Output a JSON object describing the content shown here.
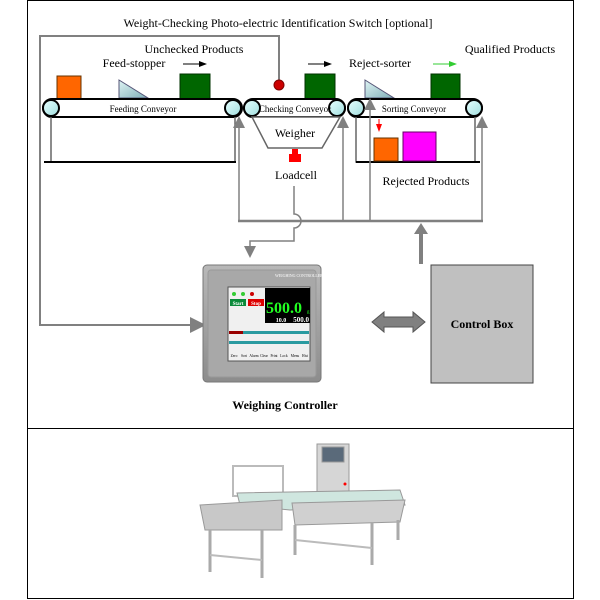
{
  "diagram": {
    "title": "Weight-Checking Photo-electric Identification Switch [optional]",
    "labels": {
      "unchecked_products": "Unchecked Products",
      "feed_stopper": "Feed-stopper",
      "reject_sorter": "Reject-sorter",
      "qualified_products": "Qualified Products",
      "feeding_conveyor": "Feeding Conveyor",
      "checking_conveyor": "Checking Conveyor",
      "sorting_conveyor": "Sorting Conveyor",
      "weigher": "Weigher",
      "loadcell": "Loadcell",
      "rejected_products": "Rejected Products",
      "control_box": "Control Box",
      "weighing_controller": "Weighing Controller"
    },
    "controller_screen": {
      "brand": "WEIGHING CONTROLLER",
      "start": "Start",
      "stop": "Stop",
      "main_value": "500.0",
      "unit": "g",
      "value_left": "10.0",
      "value_right": "500.0",
      "buttons": [
        "Zero",
        "Sort",
        "Alarm",
        "Clear",
        "Print",
        "Lock",
        "Menu",
        "Hist"
      ]
    },
    "colors": {
      "orange_product": "#ff6600",
      "green_product": "#006600",
      "magenta_product": "#ff00ff",
      "loadcell": "#ff0000",
      "qualified_arrow": "#33cc33",
      "lines": "#808080",
      "control_box": "#c0c0c0"
    }
  }
}
